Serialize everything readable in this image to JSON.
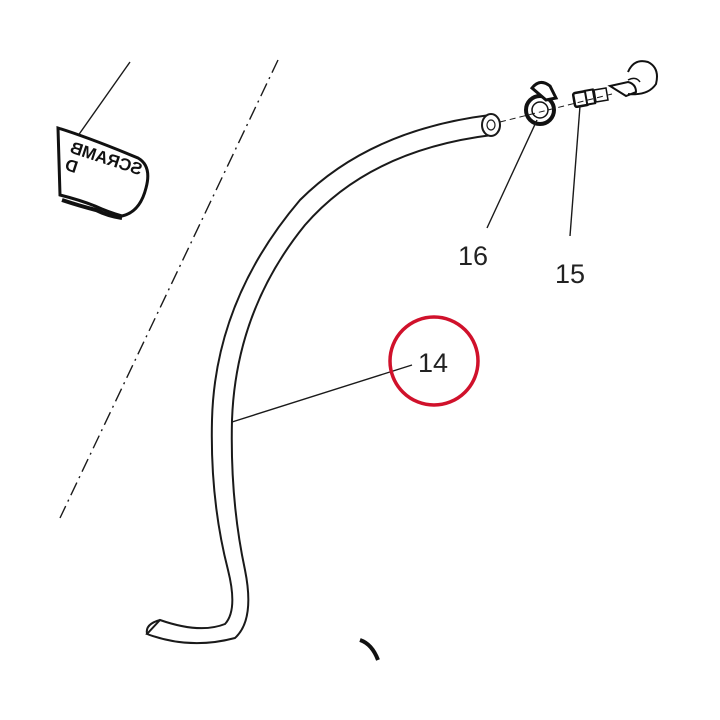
{
  "diagram": {
    "part_labels": {
      "hose": "14",
      "fitting": "15",
      "clamp": "16"
    },
    "logo_badge": {
      "line1": "SCRAMB",
      "line2": "D"
    },
    "colors": {
      "line": "#1a1a1a",
      "highlight": "#d0112b",
      "background": "#ffffff"
    },
    "highlighted_part": "14"
  }
}
